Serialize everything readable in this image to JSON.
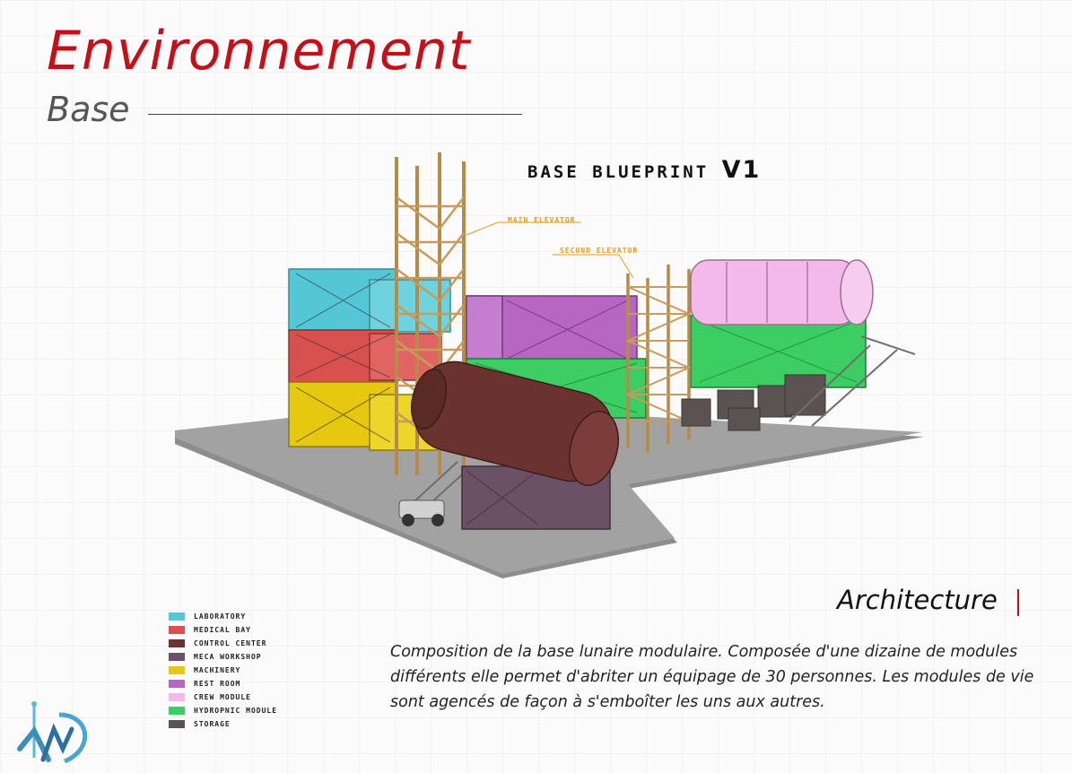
{
  "header": {
    "title": "Environnement",
    "subtitle": "Base"
  },
  "blueprint": {
    "title": "BASE BLUEPRINT",
    "version": "V1",
    "callouts": {
      "main_elevator": "MAIN ELEVATOR",
      "second_elevator": "SECOND ELEVATOR"
    }
  },
  "legend": [
    {
      "label": "LABORATORY",
      "color": "#54c7d6"
    },
    {
      "label": "MEDICAL BAY",
      "color": "#d8514f"
    },
    {
      "label": "CONTROL CENTER",
      "color": "#6b3330"
    },
    {
      "label": "MECA WORKSHOP",
      "color": "#6b5166"
    },
    {
      "label": "MACHINERY",
      "color": "#e5c80f"
    },
    {
      "label": "REST ROOM",
      "color": "#b766c2"
    },
    {
      "label": "CREW MODULE",
      "color": "#f2b9ea"
    },
    {
      "label": "HYDROPNIC MODULE",
      "color": "#3ccd63"
    },
    {
      "label": "STORAGE",
      "color": "#5b5352"
    }
  ],
  "architecture": {
    "heading": "Architecture",
    "description": "Composition de la base lunaire modulaire. Composée d'une dizaine de modules différents elle permet d'abriter un équipage de 30 personnes. Les modules de vie sont agencés de façon à s'emboîter les uns aux autres."
  },
  "colors": {
    "accent": "#c5101a",
    "callout": "#e69a1a"
  }
}
